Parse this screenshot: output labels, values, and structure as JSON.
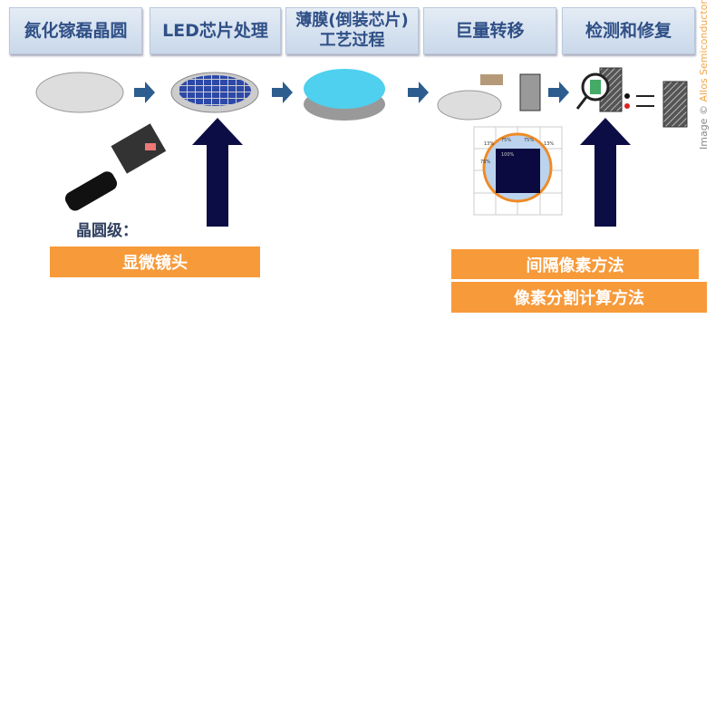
{
  "steps": [
    "氮化镓磊晶圆",
    "LED芯片处理",
    "薄膜(倒装芯片)\n工艺过程",
    "巨量转移",
    "检测和修复"
  ],
  "grid_labels": [
    "13%",
    "75%",
    "75%",
    "13%",
    "75%",
    "100%"
  ],
  "wafer_label": "晶圆级：",
  "left_method": "显微镜头",
  "right_methods": [
    "间隔像素方法",
    "像素分割计算方法"
  ],
  "watermark": {
    "prefix": "Image ©",
    "brand": "Allos Semiconductors"
  },
  "colors": {
    "header_text": "#2f4f86",
    "orange": "#f79a3a",
    "arrow_dark": "#0d0d45",
    "step_arrow": "#2d5c8f"
  }
}
